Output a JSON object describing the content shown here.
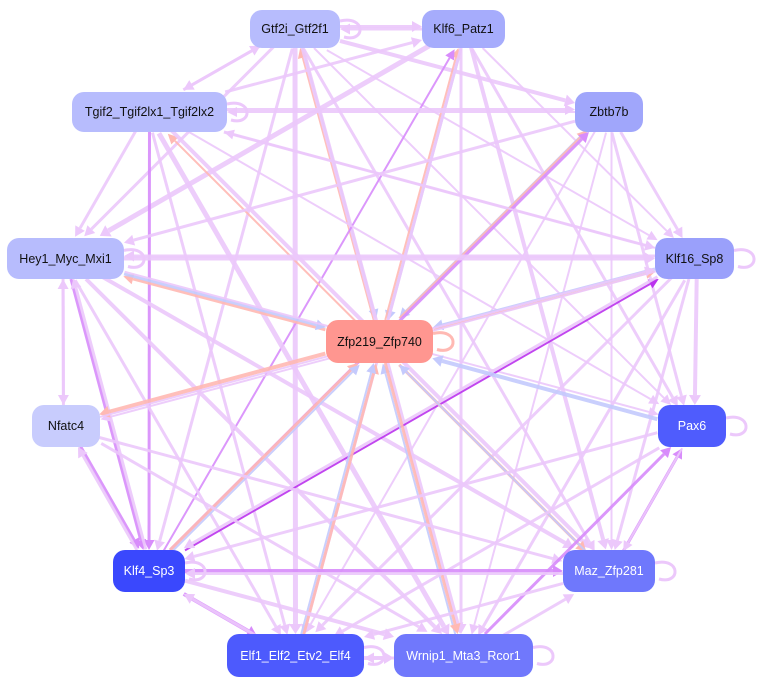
{
  "graph": {
    "nodes": [
      {
        "id": "gtf2i",
        "label": "Gtf2i_Gtf2f1",
        "color": "#b7bcfd",
        "text": "#111"
      },
      {
        "id": "klf6",
        "label": "Klf6_Patz1",
        "color": "#a6acfc",
        "text": "#111"
      },
      {
        "id": "tgif2",
        "label": "Tgif2_Tgif2lx1_Tgif2lx2",
        "color": "#b7bcfd",
        "text": "#111"
      },
      {
        "id": "zbtb7b",
        "label": "Zbtb7b",
        "color": "#a0a6fb",
        "text": "#111"
      },
      {
        "id": "hey1",
        "label": "Hey1_Myc_Mxi1",
        "color": "#b7bcfd",
        "text": "#111"
      },
      {
        "id": "klf16",
        "label": "Klf16_Sp8",
        "color": "#9aa0fb",
        "text": "#111"
      },
      {
        "id": "zfp219",
        "label": "Zfp219_Zfp740",
        "color": "#ff9690",
        "text": "#111"
      },
      {
        "id": "nfatc4",
        "label": "Nfatc4",
        "color": "#c8ccfd",
        "text": "#111"
      },
      {
        "id": "pax6",
        "label": "Pax6",
        "color": "#4f5cfd",
        "text": "#fff"
      },
      {
        "id": "klf4",
        "label": "Klf4_Sp3",
        "color": "#3a48fd",
        "text": "#fff"
      },
      {
        "id": "maz",
        "label": "Maz_Zfp281",
        "color": "#6f78fc",
        "text": "#fff"
      },
      {
        "id": "elf1",
        "label": "Elf1_Elf2_Etv2_Elf4",
        "color": "#4d5afd",
        "text": "#fff"
      },
      {
        "id": "wrnip1",
        "label": "Wrnip1_Mta3_Rcor1",
        "color": "#7078fc",
        "text": "#fff"
      }
    ],
    "edge_colors": {
      "default": "#ecc8fb",
      "salmon": "#ffb9b3",
      "blue": "#c4cafd",
      "violet": "#d88cfb",
      "purple": "#bb33ee"
    },
    "edges": [
      [
        "gtf2i",
        "klf6",
        "default",
        3
      ],
      [
        "klf6",
        "gtf2i",
        "default",
        3
      ],
      [
        "gtf2i",
        "tgif2",
        "default",
        3
      ],
      [
        "tgif2",
        "gtf2i",
        "default",
        3
      ],
      [
        "gtf2i",
        "zbtb7b",
        "default",
        4
      ],
      [
        "gtf2i",
        "klf16",
        "default",
        2
      ],
      [
        "gtf2i",
        "zfp219",
        "blue",
        2
      ],
      [
        "zfp219",
        "gtf2i",
        "salmon",
        2
      ],
      [
        "gtf2i",
        "maz",
        "default",
        3
      ],
      [
        "gtf2i",
        "wrnip1",
        "default",
        4
      ],
      [
        "gtf2i",
        "elf1",
        "default",
        5
      ],
      [
        "gtf2i",
        "hey1",
        "default",
        3
      ],
      [
        "gtf2i",
        "klf4",
        "default",
        3
      ],
      [
        "gtf2i",
        "pax6",
        "default",
        2
      ],
      [
        "klf6",
        "hey1",
        "default",
        5
      ],
      [
        "klf6",
        "zfp219",
        "blue",
        3
      ],
      [
        "zfp219",
        "klf6",
        "salmon",
        2
      ],
      [
        "klf6",
        "pax6",
        "default",
        3
      ],
      [
        "klf6",
        "maz",
        "default",
        4
      ],
      [
        "klf6",
        "klf16",
        "default",
        2
      ],
      [
        "klf4",
        "klf6",
        "violet",
        2
      ],
      [
        "klf6",
        "elf1",
        "default",
        3
      ],
      [
        "tgif2",
        "klf6",
        "default",
        3
      ],
      [
        "klf6",
        "wrnip1",
        "default",
        3
      ],
      [
        "tgif2",
        "zbtb7b",
        "default",
        3
      ],
      [
        "zbtb7b",
        "tgif2",
        "default",
        2
      ],
      [
        "tgif2",
        "hey1",
        "default",
        3
      ],
      [
        "zfp219",
        "tgif2",
        "salmon",
        2
      ],
      [
        "tgif2",
        "klf16",
        "default",
        3
      ],
      [
        "tgif2",
        "wrnip1",
        "default",
        5
      ],
      [
        "tgif2",
        "maz",
        "default",
        4
      ],
      [
        "tgif2",
        "klf4",
        "violet",
        3
      ],
      [
        "tgif2",
        "elf1",
        "default",
        3
      ],
      [
        "tgif2",
        "pax6",
        "default",
        2
      ],
      [
        "zbtb7b",
        "hey1",
        "default",
        3
      ],
      [
        "zbtb7b",
        "zfp219",
        "blue",
        3
      ],
      [
        "zfp219",
        "zbtb7b",
        "salmon",
        2
      ],
      [
        "zbtb7b",
        "klf16",
        "default",
        3
      ],
      [
        "zbtb7b",
        "pax6",
        "default",
        3
      ],
      [
        "zbtb7b",
        "maz",
        "default",
        2
      ],
      [
        "klf4",
        "zbtb7b",
        "violet",
        3
      ],
      [
        "zbtb7b",
        "elf1",
        "default",
        2
      ],
      [
        "zbtb7b",
        "wrnip1",
        "default",
        2
      ],
      [
        "hey1",
        "klf16",
        "default",
        4
      ],
      [
        "klf16",
        "hey1",
        "default",
        3
      ],
      [
        "zfp219",
        "hey1",
        "salmon",
        3
      ],
      [
        "hey1",
        "zfp219",
        "blue",
        3
      ],
      [
        "hey1",
        "nfatc4",
        "default",
        3
      ],
      [
        "nfatc4",
        "hey1",
        "default",
        3
      ],
      [
        "hey1",
        "klf4",
        "violet",
        3
      ],
      [
        "klf4",
        "hey1",
        "default",
        3
      ],
      [
        "hey1",
        "maz",
        "default",
        4
      ],
      [
        "hey1",
        "wrnip1",
        "default",
        4
      ],
      [
        "hey1",
        "elf1",
        "default",
        3
      ],
      [
        "hey1",
        "pax6",
        "default",
        2
      ],
      [
        "klf16",
        "zfp219",
        "blue",
        3
      ],
      [
        "zfp219",
        "klf16",
        "salmon",
        2
      ],
      [
        "klf16",
        "pax6",
        "default",
        4
      ],
      [
        "klf16",
        "maz",
        "default",
        3
      ],
      [
        "klf16",
        "elf1",
        "default",
        3
      ],
      [
        "klf16",
        "wrnip1",
        "default",
        3
      ],
      [
        "klf4",
        "klf16",
        "purple",
        2
      ],
      [
        "klf16",
        "klf4",
        "default",
        3
      ],
      [
        "klf16",
        "nfatc4",
        "default",
        2
      ],
      [
        "klf16",
        "tgif2",
        "default",
        2
      ],
      [
        "zfp219",
        "nfatc4",
        "salmon",
        4
      ],
      [
        "pax6",
        "zfp219",
        "blue",
        4
      ],
      [
        "klf4",
        "zfp219",
        "salmon",
        3
      ],
      [
        "elf1",
        "zfp219",
        "salmon",
        3
      ],
      [
        "wrnip1",
        "zfp219",
        "blue",
        2
      ],
      [
        "zfp219",
        "wrnip1",
        "salmon",
        3
      ],
      [
        "zfp219",
        "maz",
        "salmon",
        3
      ],
      [
        "maz",
        "zfp219",
        "blue",
        2
      ],
      [
        "elf1",
        "zfp219",
        "blue",
        2
      ],
      [
        "klf4",
        "zfp219",
        "blue",
        2
      ],
      [
        "nfatc4",
        "klf4",
        "violet",
        3
      ],
      [
        "klf4",
        "nfatc4",
        "default",
        3
      ],
      [
        "nfatc4",
        "maz",
        "default",
        3
      ],
      [
        "nfatc4",
        "wrnip1",
        "default",
        3
      ],
      [
        "nfatc4",
        "klf16",
        "default",
        2
      ],
      [
        "pax6",
        "klf4",
        "default",
        3
      ],
      [
        "pax6",
        "elf1",
        "default",
        3
      ],
      [
        "wrnip1",
        "pax6",
        "violet",
        3
      ],
      [
        "maz",
        "pax6",
        "violet",
        3
      ],
      [
        "pax6",
        "maz",
        "default",
        2
      ],
      [
        "klf4",
        "maz",
        "violet",
        4
      ],
      [
        "klf4",
        "elf1",
        "violet",
        4
      ],
      [
        "elf1",
        "klf4",
        "default",
        3
      ],
      [
        "klf4",
        "wrnip1",
        "default",
        4
      ],
      [
        "elf1",
        "wrnip1",
        "default",
        4
      ],
      [
        "wrnip1",
        "elf1",
        "default",
        3
      ],
      [
        "maz",
        "elf1",
        "default",
        3
      ],
      [
        "wrnip1",
        "maz",
        "default",
        3
      ],
      [
        "maz",
        "klf4",
        "default",
        3
      ]
    ],
    "self_loops": [
      "gtf2i",
      "tgif2",
      "hey1",
      "klf16",
      "zfp219",
      "pax6",
      "klf4",
      "maz",
      "elf1",
      "wrnip1"
    ]
  }
}
